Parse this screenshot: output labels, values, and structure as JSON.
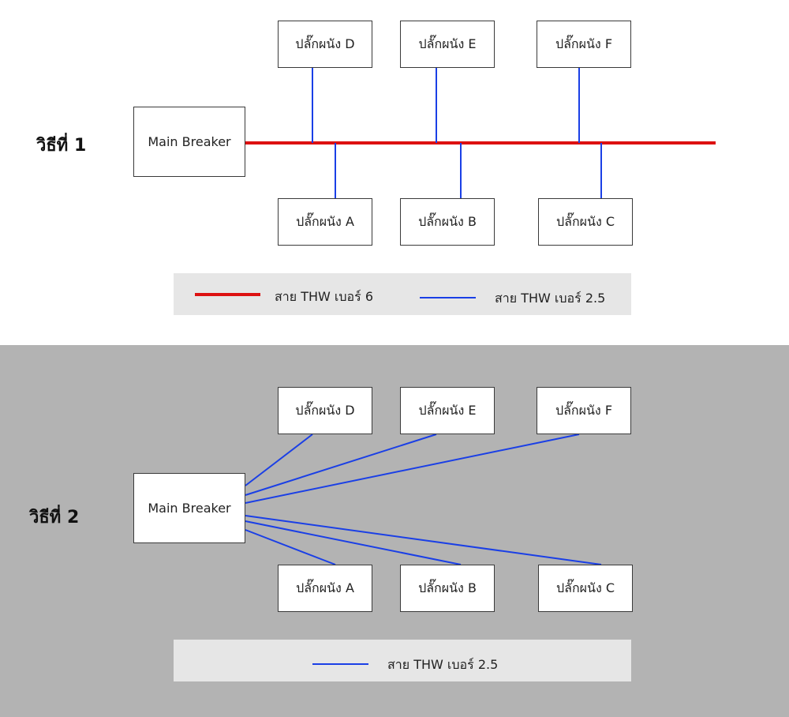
{
  "colors": {
    "main_wire": "#dd1111",
    "branch_wire": "#1a3fe6",
    "section2_background": "#b3b3b3",
    "legend_background": "#e6e6e6"
  },
  "method1": {
    "title": "วิธีที่ 1",
    "breaker_label": "Main Breaker",
    "outlets": {
      "d": "ปลั๊กผนัง D",
      "e": "ปลั๊กผนัง E",
      "f": "ปลั๊กผนัง F",
      "a": "ปลั๊กผนัง A",
      "b": "ปลั๊กผนัง B",
      "c": "ปลั๊กผนัง C"
    },
    "legend": {
      "main_wire_label": "สาย THW เบอร์ 6",
      "branch_wire_label": "สาย THW เบอร์ 2.5"
    }
  },
  "method2": {
    "title": "วิธีที่ 2",
    "breaker_label": "Main Breaker",
    "outlets": {
      "d": "ปลั๊กผนัง D",
      "e": "ปลั๊กผนัง E",
      "f": "ปลั๊กผนัง F",
      "a": "ปลั๊กผนัง A",
      "b": "ปลั๊กผนัง B",
      "c": "ปลั๊กผนัง C"
    },
    "legend": {
      "branch_wire_label": "สาย THW เบอร์ 2.5"
    }
  }
}
